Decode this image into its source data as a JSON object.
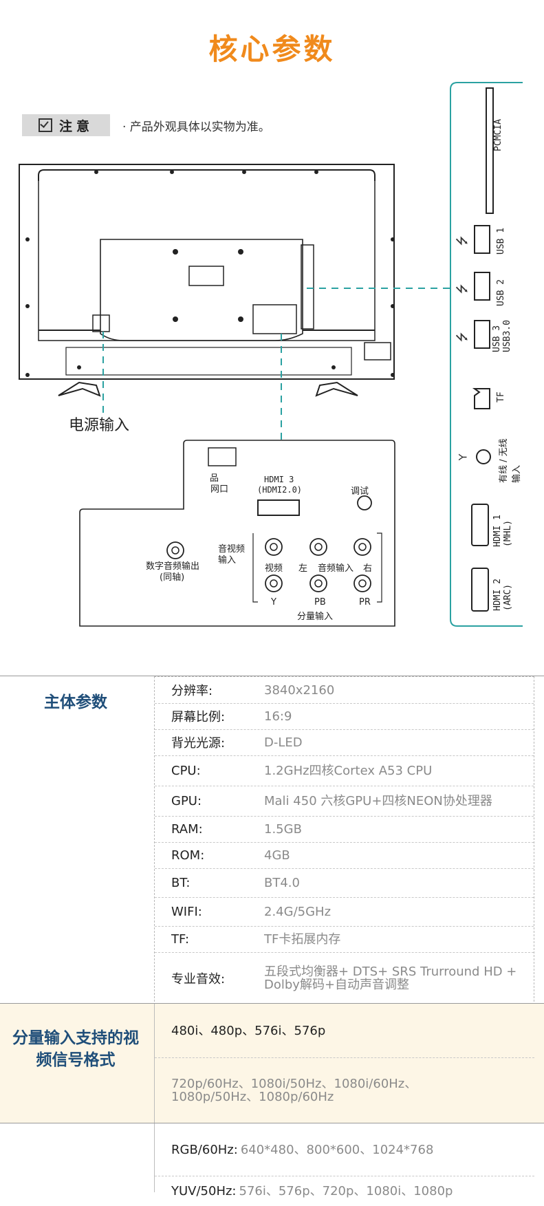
{
  "title": "核心参数",
  "note": {
    "badge": "注意",
    "text": "· 产品外观具体以实物为准。"
  },
  "diagram": {
    "power_input": "电源输入",
    "side_ports": [
      {
        "id": "pcmcia",
        "label": "PCMCIA"
      },
      {
        "id": "usb1",
        "label": "USB 1"
      },
      {
        "id": "usb2",
        "label": "USB 2"
      },
      {
        "id": "usb3",
        "label": "USB 3",
        "sub": "USB3.0"
      },
      {
        "id": "tf",
        "label": "TF"
      },
      {
        "id": "antenna",
        "label": "有线 / 无线输入"
      },
      {
        "id": "hdmi1",
        "label": "HDMI 1",
        "sub": "(MHL)"
      },
      {
        "id": "hdmi2",
        "label": "HDMI 2",
        "sub": "(ARC)"
      }
    ],
    "rear_ports": {
      "lan": "网口",
      "hdmi3": "HDMI 3",
      "hdmi3_sub": "(HDMI2.0)",
      "debug": "调试",
      "av_in": "音视频",
      "av_in2": "输入",
      "digital_audio": "数字音频输出",
      "digital_audio_sub": "(同轴)",
      "video": "视频",
      "left": "左",
      "audio_in": "音频输入",
      "right": "右",
      "y": "Y",
      "pb": "PB",
      "pr": "PR",
      "component_in": "分量输入"
    }
  },
  "specs": {
    "main": {
      "label": "主体参数",
      "rows": [
        {
          "key": "分辨率:",
          "value": "3840x2160"
        },
        {
          "key": "屏幕比例:",
          "value": "16:9"
        },
        {
          "key": "背光光源:",
          "value": "D-LED"
        },
        {
          "key": "CPU:",
          "value": "1.2GHz四核Cortex A53 CPU"
        },
        {
          "key": "GPU:",
          "value": "Mali 450 六核GPU+四核NEON协处理器"
        },
        {
          "key": "RAM:",
          "value": "1.5GB"
        },
        {
          "key": "ROM:",
          "value": "4GB"
        },
        {
          "key": "BT:",
          "value": "BT4.0"
        },
        {
          "key": "WIFI:",
          "value": "2.4G/5GHz"
        },
        {
          "key": "TF:",
          "value": "TF卡拓展内存"
        },
        {
          "key": "专业音效:",
          "value": "五段式均衡器+ DTS+ SRS Trurround HD + Dolby解码+自动声音调整"
        }
      ]
    },
    "component": {
      "label": "分量输入支持的视频信号格式",
      "rows": [
        {
          "value": "480i、480p、576i、576p"
        },
        {
          "value": "720p/60Hz、1080i/50Hz、1080i/60Hz、1080p/50Hz、1080p/60Hz"
        }
      ]
    },
    "hdmi": {
      "rows": [
        {
          "key": "RGB/60Hz:",
          "value": "640*480、800*600、1024*768"
        },
        {
          "key": "YUV/50Hz:",
          "value": "576i、576p、720p、1080i、1080p"
        }
      ]
    }
  },
  "colors": {
    "title": "#f08a1c",
    "section_label": "#1f4e79",
    "highlight_bg": "#fdf6e6",
    "teal": "#2aa1a1"
  }
}
